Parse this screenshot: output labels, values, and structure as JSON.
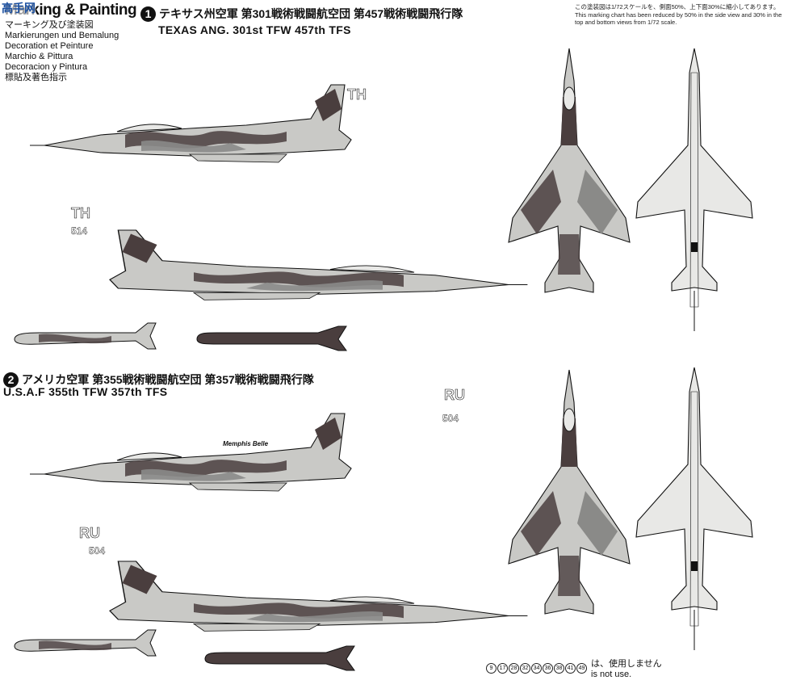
{
  "header": {
    "title": "Marking & Painting",
    "subtitles": [
      "マーキング及び塗装図",
      "Markierungen und Bemalung",
      "Decoration et Peinture",
      "Marchio & Pittura",
      "Decoracion y Pintura",
      "標貼及著色指示"
    ],
    "logo_text": "高手网"
  },
  "scale_note": {
    "jp": "この塗装図は1/72スケールを、側面50%、上下面30%に縮小してあります。",
    "en": "This marking chart has been reduced by 50% in the side view and 30% in the top and bottom views from 1/72 scale."
  },
  "sections": [
    {
      "number": "1",
      "title_jp": "テキサス州空軍 第301戦術戦闘航空団 第457戦術戦闘飛行隊",
      "title_en": "TEXAS ANG. 301st TFW 457th TFS",
      "tail_code": "TH",
      "serial": "514"
    },
    {
      "number": "2",
      "title_jp": "アメリカ空軍 第355戦術戦闘航空団 第357戦術戦闘飛行隊",
      "title_en": "U.S.A.F 355th TFW 357th TFS",
      "tail_code": "RU",
      "serial": "504",
      "nose_art": "Memphis Belle"
    }
  ],
  "footer": {
    "unused": [
      "9",
      "17",
      "28",
      "32",
      "34",
      "36",
      "38",
      "41",
      "49"
    ],
    "unused_jp": "は、使用しません",
    "unused_en": "is not use."
  },
  "colors": {
    "camo_dark": "#4a3e3e",
    "camo_mid": "#8a8a88",
    "camo_light": "#c9c9c6",
    "fill_light": "#e8e8e6",
    "ink": "#111111"
  }
}
